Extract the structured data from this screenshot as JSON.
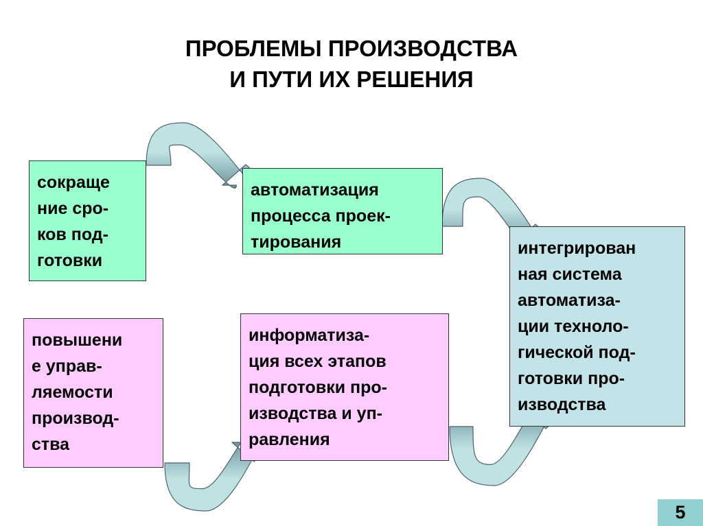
{
  "title": {
    "lines": [
      "ПРОБЛЕМЫ ПРОИЗВОДСТВА",
      "И ПУТИ ИХ РЕШЕНИЯ"
    ]
  },
  "colors": {
    "green_box": "#99ffcc",
    "pink_box": "#ffccff",
    "blue_box": "#c2e4e8",
    "arrow_light": "#bfe2e4",
    "arrow_dark": "#6a9296",
    "page_badge": "#92d0d0"
  },
  "boxes": {
    "shortening": {
      "lines": [
        "сокраще",
        "ние сро-",
        "ков под-",
        "готовки"
      ]
    },
    "automation": {
      "lines": [
        "автоматизация",
        "процесса проек-",
        "тирования"
      ]
    },
    "integrated": {
      "lines": [
        "интегрирован",
        "ная система",
        "автоматиза-",
        "ции техноло-",
        "гической под-",
        "готовки про-",
        "изводства"
      ]
    },
    "controllability": {
      "lines": [
        "повышени",
        "е управ-",
        "ляемости",
        "производ-",
        "ства"
      ]
    },
    "informatization": {
      "lines": [
        "информатиза-",
        "ция всех этапов",
        "подготовки про-",
        "изводства и уп-",
        "равления"
      ]
    }
  },
  "arrows": [
    {
      "name": "arrow-shortening-to-automation",
      "direction": "down"
    },
    {
      "name": "arrow-automation-to-integrated",
      "direction": "down"
    },
    {
      "name": "arrow-controllability-to-informatization",
      "direction": "up"
    },
    {
      "name": "arrow-informatization-to-integrated",
      "direction": "up"
    }
  ],
  "page_number": "5"
}
